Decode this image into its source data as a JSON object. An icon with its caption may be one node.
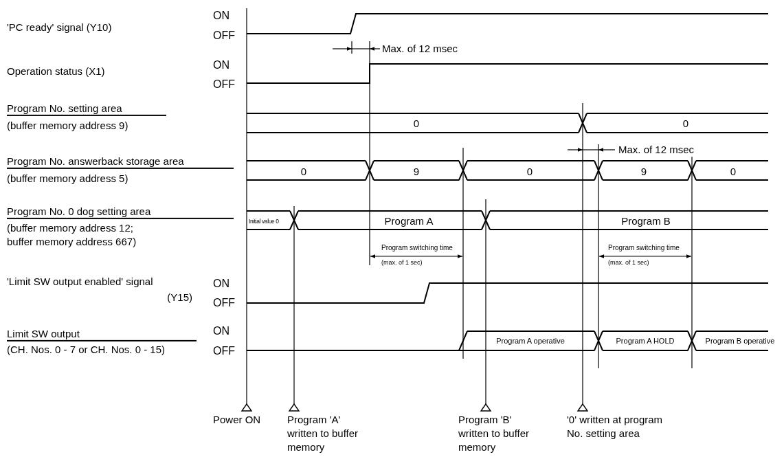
{
  "diagram": {
    "labels": [
      "'PC ready' signal (Y10)",
      "ON",
      "OFF",
      "Max. of 12 msec",
      "Operation status (X1)",
      "ON",
      "OFF",
      "Program No. setting area",
      "(buffer memory address 9)",
      "0",
      "0",
      "Max. of 12 msec",
      "Program No. answerback storage area",
      "(buffer memory address 5)",
      "0",
      "9",
      "0",
      "9",
      "0",
      "Program No. 0 dog setting area",
      "(buffer memory address 12; buffer memory address 667)",
      "Initial value 0",
      "Program A",
      "Program B",
      "Program switching time",
      "(max. of 1 sec)",
      "Program switching time",
      "(max. of 1 sec)",
      "'Limit SW output enabled' signal",
      "(Y15)",
      "ON",
      "OFF",
      "Limit SW output",
      "(CH. Nos. 0 - 7 or CH. Nos. 0 - 15)",
      "ON",
      "OFF",
      "Program A operative",
      "Program A HOLD",
      "Program B operative",
      "Power ON",
      "Program 'A' written to buffer memory",
      "Program 'B' written to buffer memory",
      "'0' written at program No. setting area"
    ]
  }
}
